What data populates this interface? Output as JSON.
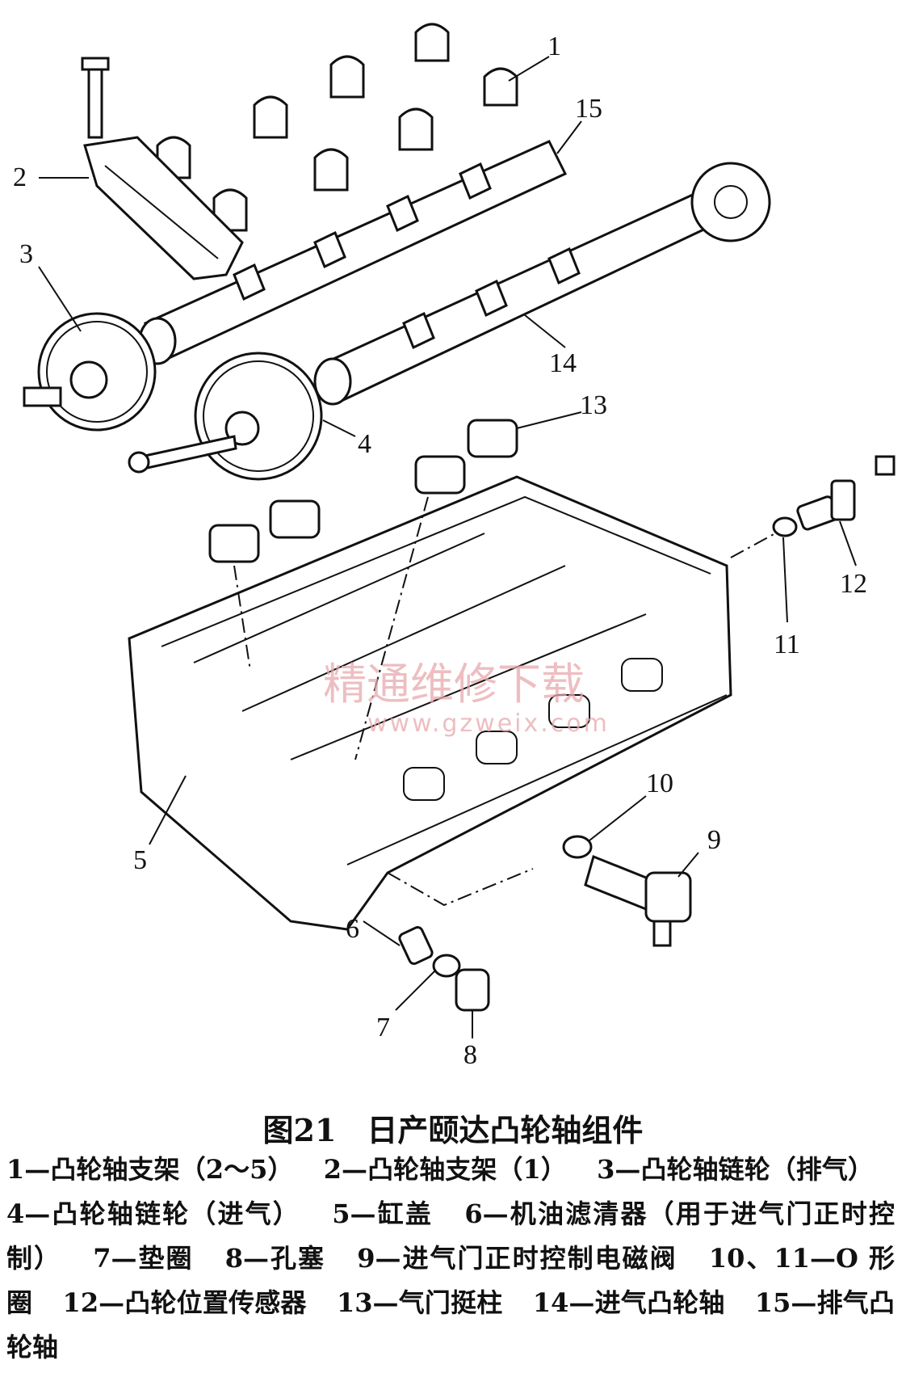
{
  "figure": {
    "callouts": [
      {
        "id": "1",
        "text": "1"
      },
      {
        "id": "2",
        "text": "2"
      },
      {
        "id": "3",
        "text": "3"
      },
      {
        "id": "4",
        "text": "4"
      },
      {
        "id": "5",
        "text": "5"
      },
      {
        "id": "6",
        "text": "6"
      },
      {
        "id": "7",
        "text": "7"
      },
      {
        "id": "8",
        "text": "8"
      },
      {
        "id": "9",
        "text": "9"
      },
      {
        "id": "10",
        "text": "10"
      },
      {
        "id": "11",
        "text": "11"
      },
      {
        "id": "12",
        "text": "12"
      },
      {
        "id": "13",
        "text": "13"
      },
      {
        "id": "14",
        "text": "14"
      },
      {
        "id": "15",
        "text": "15"
      }
    ],
    "watermark": {
      "text": "精通维修下载",
      "url": "www.gzweix.com"
    }
  },
  "caption": "图21　日产颐达凸轮轴组件",
  "legend": [
    "1—凸轮轴支架（2～5）",
    "2—凸轮轴支架（1）",
    "3—凸轮轴链轮（排气）",
    "4—凸轮轴链轮（进气）",
    "5—缸盖",
    "6—机油滤清器（用于进气门正时控制）",
    "7—垫圈",
    "8—孔塞",
    "9—进气门正时控制电磁阀",
    "10、11—O 形圈",
    "12—凸轮位置传感器",
    "13—气门挺柱",
    "14—进气凸轮轴",
    "15—排气凸轮轴"
  ]
}
